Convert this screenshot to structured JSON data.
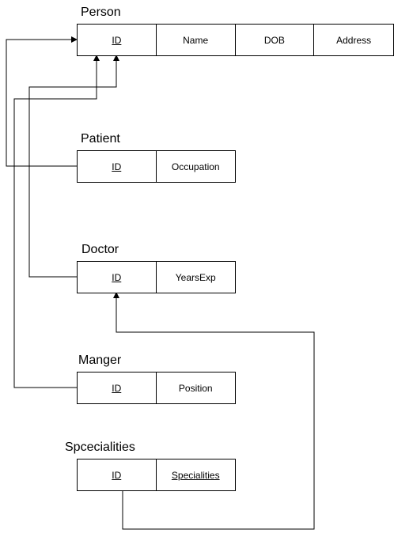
{
  "tables": {
    "person": {
      "title": "Person",
      "cols": [
        "ID",
        "Name",
        "DOB",
        "Address"
      ]
    },
    "patient": {
      "title": "Patient",
      "cols": [
        "ID",
        "Occupation"
      ]
    },
    "doctor": {
      "title": "Doctor",
      "cols": [
        "ID",
        "YearsExp"
      ]
    },
    "manager": {
      "title": "Manger",
      "cols": [
        "ID",
        "Position"
      ]
    },
    "specialities": {
      "title": "Spcecialities",
      "cols": [
        "ID",
        "Specialities"
      ]
    }
  },
  "relationships": [
    {
      "from": "patient.ID",
      "to": "person.ID"
    },
    {
      "from": "doctor.ID",
      "to": "person.ID"
    },
    {
      "from": "manager.ID",
      "to": "person.ID"
    },
    {
      "from": "specialities.ID",
      "to": "doctor.ID"
    }
  ]
}
